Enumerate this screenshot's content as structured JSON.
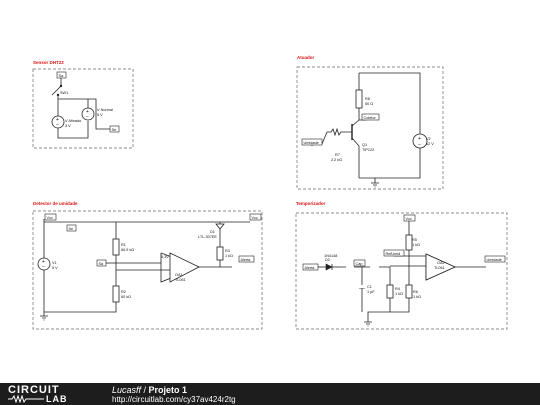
{
  "sections": {
    "sensor": {
      "title": "Sensor DHT22"
    },
    "atuador": {
      "title": "Atuador"
    },
    "detector": {
      "title": "Detector de umidade"
    },
    "temporizador": {
      "title": "Temporizador"
    }
  },
  "sensor": {
    "sa": "Sa",
    "se": "Se",
    "sw": "SW1",
    "v_normal_name": "V Normal",
    "v_normal_val": "5 V",
    "v_afinado_name": "V Afinado",
    "v_afinado_val": "3 V"
  },
  "atuador": {
    "r8": "R8",
    "r8_val": "50 Ω",
    "coletor": "Coletor",
    "umidade": "Umidade",
    "r7": "R7",
    "r7_val": "2.2 kΩ",
    "q1": "Q1",
    "q1_val": "TIP122",
    "v2": "V2",
    "v2_val": "12 V"
  },
  "detector": {
    "vcc_left": "Vcc",
    "vcc_right": "Vcc",
    "se": "Se",
    "sa": "Sa",
    "r1": "R1",
    "r1_val": "66.5 kΩ",
    "r2": "R2",
    "r2_val": "60 kΩ",
    "r3": "R3",
    "r3_val": "1 kΩ",
    "v1": "V1",
    "v1_val": "5 V",
    "d1": "D1",
    "d1_val": "LTL-307EE",
    "node": "5,3V",
    "oa1": "OA1",
    "oa1_val": "TL061",
    "alerta": "Alerta"
  },
  "temporizador": {
    "vcc": "Vcc",
    "alerta": "Alerta",
    "d2": "D2",
    "d2_val": "1N4148",
    "cap": "Cap",
    "ref": "RefUmid",
    "r5": "R5",
    "r5_val": "1 kΩ",
    "r4": "R4",
    "r4_val": "1 kΩ",
    "r6": "R6",
    "r6_val": "1 kΩ",
    "c1": "C1",
    "c1_val": "1 µF",
    "oa2": "OA2",
    "oa2_val": "TL061",
    "umidade": "Umidade"
  },
  "footer": {
    "logo_top": "CIRCUIT",
    "logo_bottom": "LAB",
    "author": "Lucasff",
    "separator": " / ",
    "project": "Projeto 1",
    "url": "http://circuitlab.com/cy37av424r2tg"
  }
}
